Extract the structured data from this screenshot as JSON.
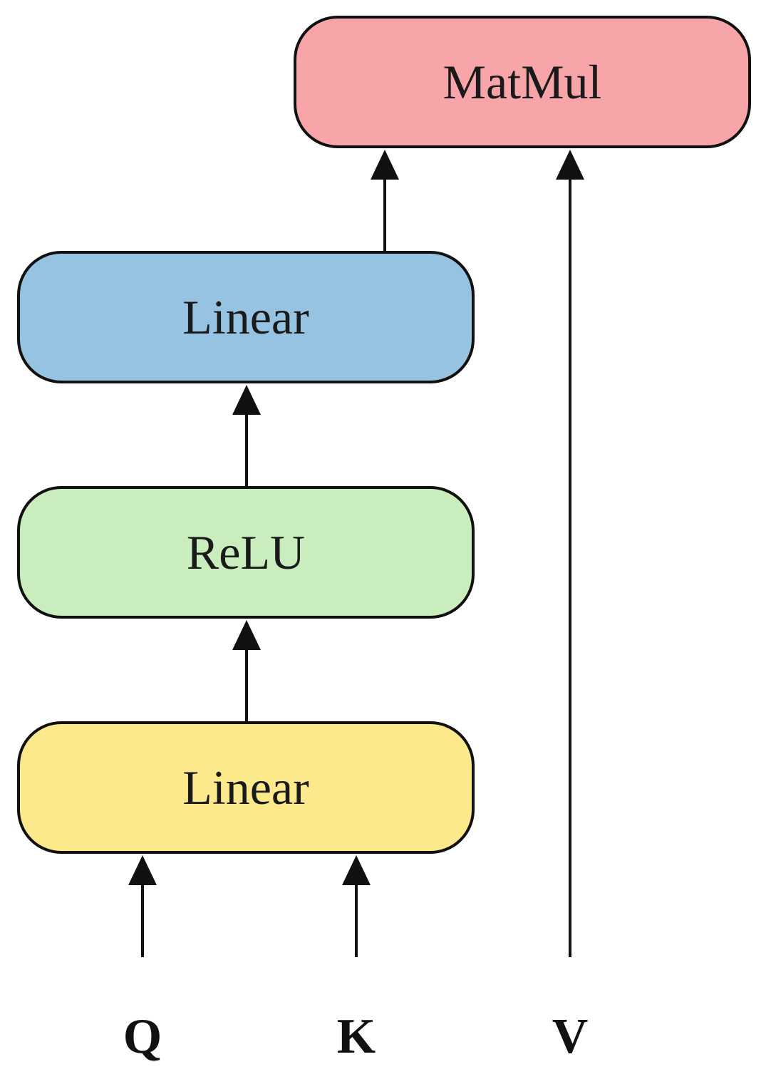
{
  "diagram": {
    "blocks": {
      "matmul": {
        "label": "MatMul",
        "color": "#f7a5a9"
      },
      "linear_top": {
        "label": "Linear",
        "color": "#95c3e1"
      },
      "relu": {
        "label": "ReLU",
        "color": "#c9edbc"
      },
      "linear_bottom": {
        "label": "Linear",
        "color": "#fbe98c"
      }
    },
    "inputs": {
      "q": "Q",
      "k": "K",
      "v": "V"
    },
    "edges": [
      {
        "from": "Q",
        "to": "Linear"
      },
      {
        "from": "K",
        "to": "Linear"
      },
      {
        "from": "Linear",
        "to": "ReLU"
      },
      {
        "from": "ReLU",
        "to": "Linear"
      },
      {
        "from": "Linear",
        "to": "MatMul"
      },
      {
        "from": "V",
        "to": "MatMul"
      }
    ]
  }
}
